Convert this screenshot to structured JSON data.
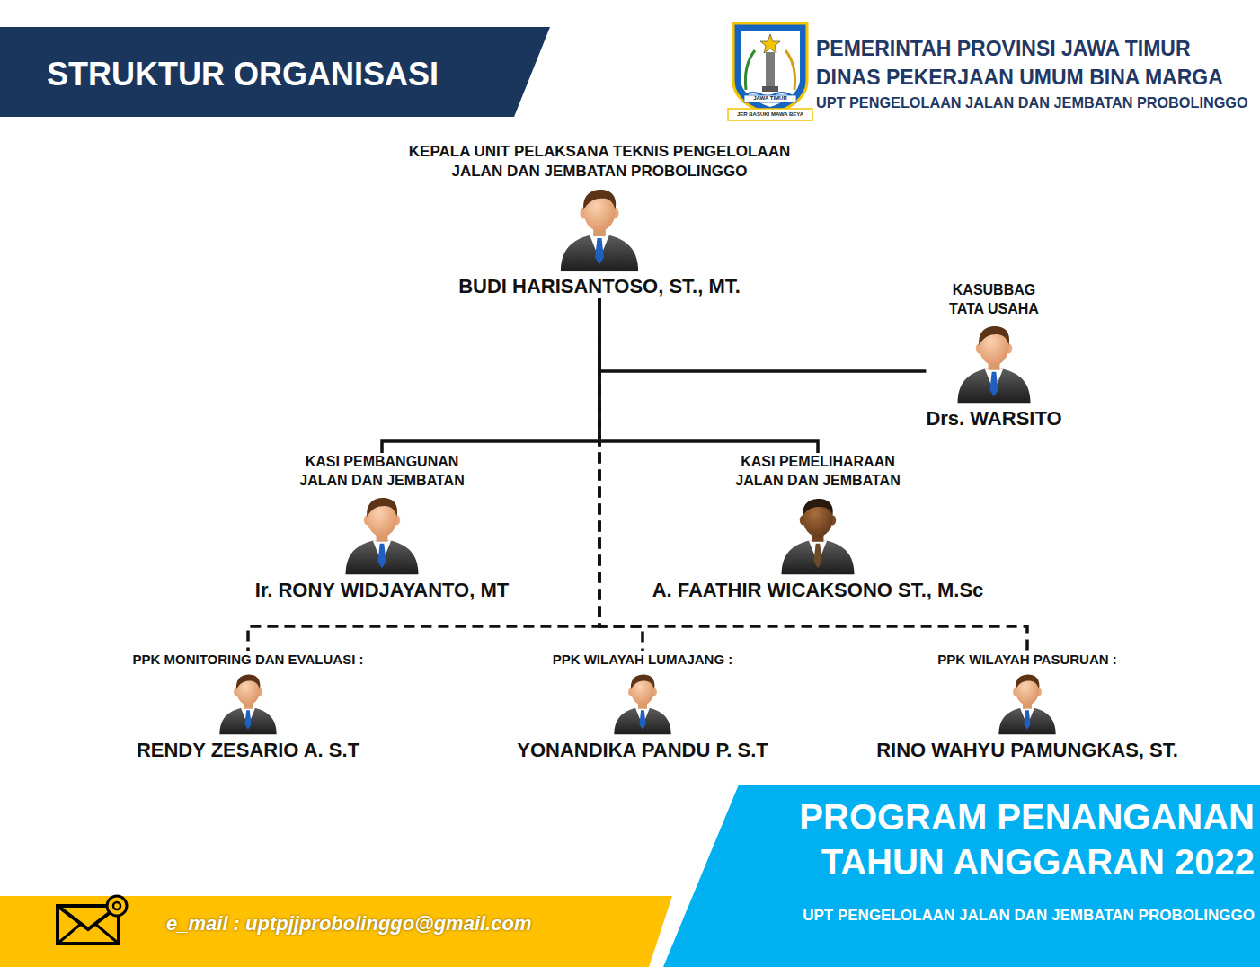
{
  "diagram": {
    "title": "STRUKTUR ORGANISASI",
    "nodes": [
      {
        "text": [
          "KEPALA UNIT PELAKSANA TEKNIS PENGELOLAAN JALAN DAN JEMBATAN PROBOLINGGO",
          "BUDI HARISANTOSO, ST., MT."
        ]
      },
      {
        "text": [
          "KASUBBAG TATA USAHA",
          "Drs. WARSITO"
        ]
      },
      {
        "text": [
          "KASI PEMBANGUNAN JALAN DAN JEMBATAN",
          "Ir. RONY WIDJAYANTO, MT"
        ]
      },
      {
        "text": [
          "KASI PEMELIHARAAN JALAN DAN JEMBATAN",
          "A. FAATHIR WICAKSONO ST., M.Sc"
        ]
      },
      {
        "text": [
          "PPK MONITORING DAN EVALUASI :",
          "RENDY ZESARIO A. S.T"
        ]
      },
      {
        "text": [
          "PPK WILAYAH LUMAJANG :",
          "YONANDIKA PANDU P. S.T"
        ]
      },
      {
        "text": [
          "PPK WILAYAH PASURUAN :",
          "RINO WAHYU PAMUNGKAS, ST."
        ]
      }
    ],
    "edges": [
      {
        "from": 0,
        "to": 1,
        "arrow": "none"
      },
      {
        "from": 0,
        "to": 2,
        "arrow": "none"
      },
      {
        "from": 0,
        "to": 3,
        "arrow": "none"
      },
      {
        "from": 0,
        "to": 4,
        "arrow": "none"
      },
      {
        "from": 0,
        "to": 5,
        "arrow": "none"
      },
      {
        "from": 0,
        "to": 6,
        "arrow": "none"
      }
    ],
    "labels": [
      "JAWA TIMUR",
      "JER BASUKI MAWA BEYA",
      "PEMERINTAH PROVINSI JAWA TIMUR",
      "DINAS PEKERJAAN UMUM BINA MARGA",
      "UPT PENGELOLAAN JALAN DAN JEMBATAN PROBOLINGGO",
      "PROGRAM PENANGANAN TAHUN ANGGARAN 2022",
      "UPT PENGELOLAAN JALAN DAN JEMBATAN PROBOLINGGO",
      "e_mail : uptpjjprobolinggo@gmail.com"
    ]
  }
}
